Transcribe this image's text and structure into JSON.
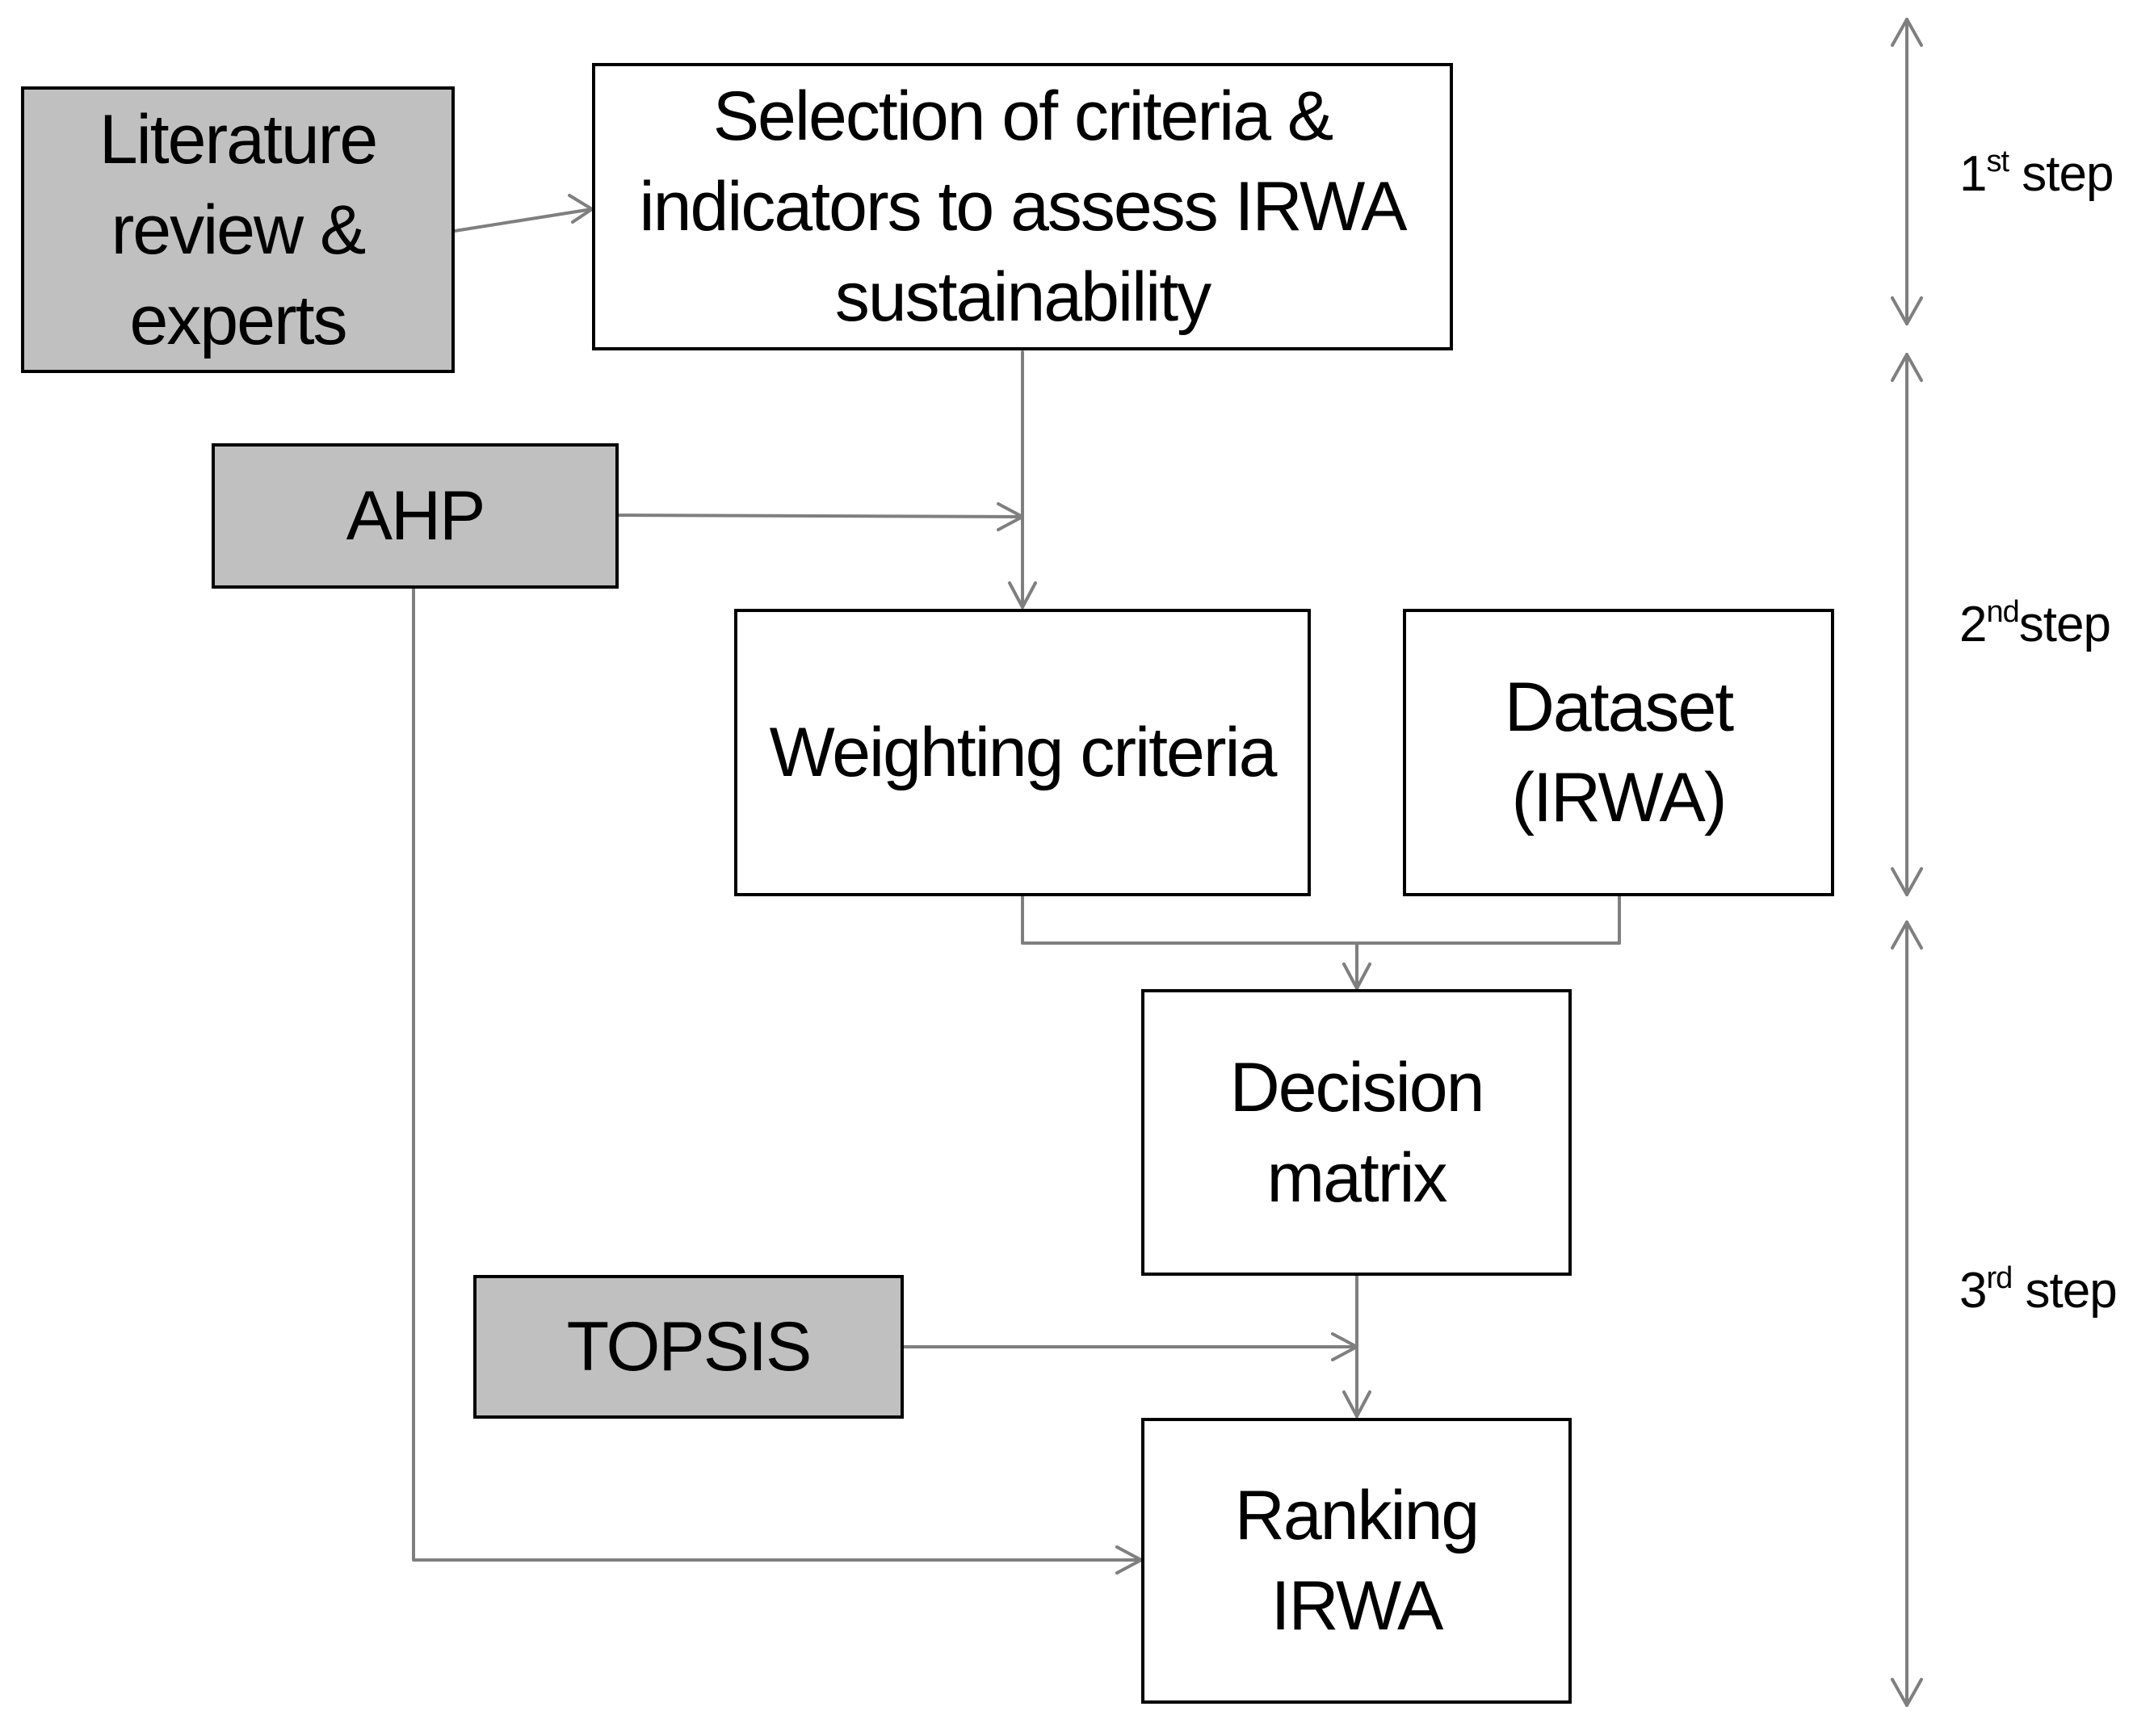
{
  "nodes": {
    "literature": {
      "label": "Literature\nreview &\nexperts"
    },
    "selection": {
      "label": "Selection of criteria &\nindicators to assess IRWA\nsustainability"
    },
    "ahp": {
      "label": "AHP"
    },
    "weighting": {
      "label": "Weighting criteria"
    },
    "dataset": {
      "label": "Dataset\n(IRWA)"
    },
    "decision": {
      "label": "Decision\nmatrix"
    },
    "topsis": {
      "label": "TOPSIS"
    },
    "ranking": {
      "label": "Ranking\nIRWA"
    }
  },
  "steps": [
    {
      "num": "1",
      "ordinal": "st",
      "word": " step"
    },
    {
      "num": "2",
      "ordinal": "nd",
      "word": "step"
    },
    {
      "num": "3",
      "ordinal": "rd",
      "word": " step"
    }
  ],
  "colors": {
    "input_fill": "#c0c0c0",
    "process_fill": "#ffffff",
    "border": "#000000",
    "connector": "#7f7f7f"
  }
}
